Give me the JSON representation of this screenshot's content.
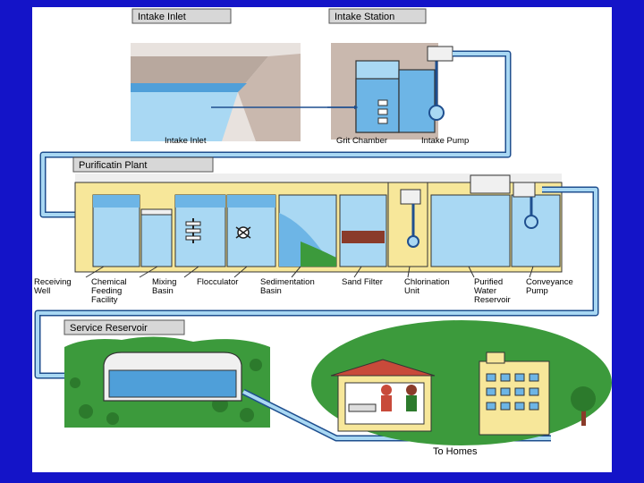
{
  "sections": {
    "intake_inlet": "Intake Inlet",
    "intake_station": "Intake Station",
    "purification_plant": "Purificatin Plant",
    "service_reservoir": "Service Reservoir"
  },
  "labels": {
    "intake_inlet_sub": "Intake Inlet",
    "grit_chamber": "Grit Chamber",
    "intake_pump": "Intake Pump",
    "receiving_well": [
      "Receiving",
      "Well"
    ],
    "chemical_feeding": [
      "Chemical",
      "Feeding",
      "Facility"
    ],
    "mixing_basin": [
      "Mixing",
      "Basin"
    ],
    "flocculator": "Flocculator",
    "sedimentation_basin": [
      "Sedimentation",
      "Basin"
    ],
    "sand_filter": "Sand Filter",
    "chlorination_unit": [
      "Chlorination",
      "Unit"
    ],
    "purified_water_reservoir": [
      "Purified",
      "Water",
      "Reservoir"
    ],
    "conveyance_pump": [
      "Conveyance",
      "Pump"
    ],
    "to_homes": "To Homes"
  },
  "colors": {
    "slide_background": "#1414c8",
    "water": "#a9d8f3",
    "water_dark": "#5aa8dd",
    "pipe": "#5aa8dd",
    "pipe_outline": "#1f4f8f",
    "structure": "#f7e79a",
    "ground": "#c9b8ae",
    "grass": "#3c9a3c",
    "sand": "#8a3b2a"
  }
}
